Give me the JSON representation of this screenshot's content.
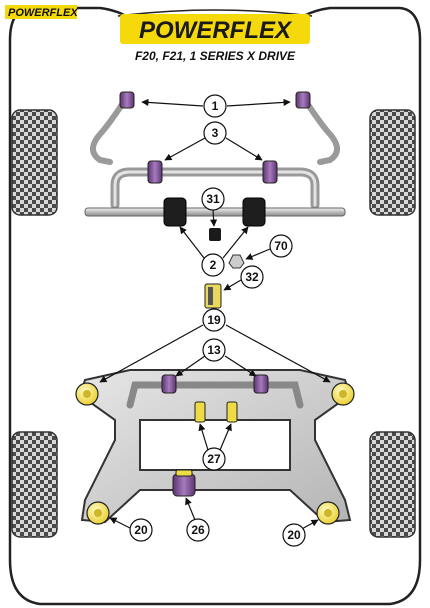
{
  "header": {
    "brand_main": "POWERFLEX",
    "brand_corner": "POWERFLEX",
    "subtitle": "F20, F21, 1 SERIES X DRIVE"
  },
  "callouts": {
    "c1": "1",
    "c3": "3",
    "c31": "31",
    "c70": "70",
    "c2": "2",
    "c32": "32",
    "c19": "19",
    "c13": "13",
    "c27": "27",
    "c20a": "20",
    "c26": "26",
    "c20b": "20"
  },
  "colors": {
    "brand_yellow": "#f5d90a",
    "bush_purple": "#7d4c93",
    "bush_yellow": "#f3e15a",
    "outline": "#222222",
    "tyre": "#6b6b6b"
  }
}
